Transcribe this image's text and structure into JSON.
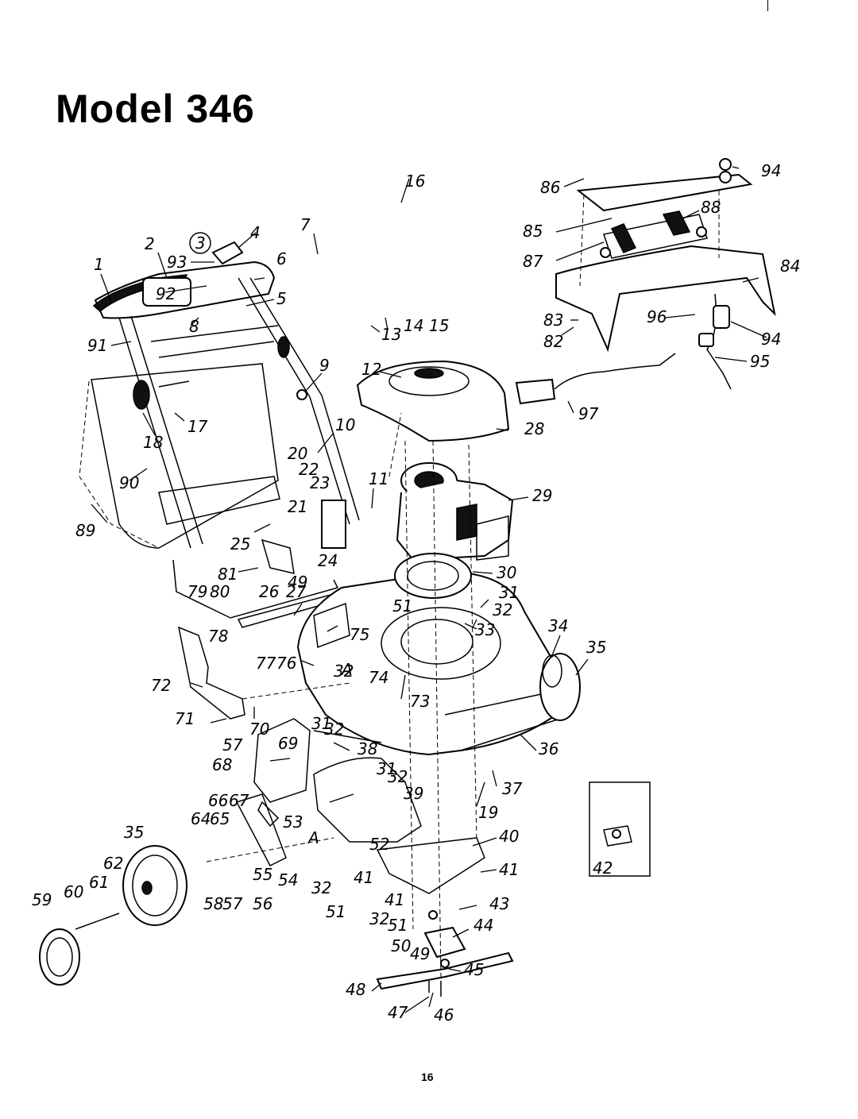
{
  "title": "Model 346",
  "page_number": "16",
  "callout_3": "3",
  "labels": [
    "1",
    "2",
    "4",
    "5",
    "6",
    "7",
    "8",
    "9",
    "10",
    "11",
    "12",
    "13",
    "14",
    "15",
    "16",
    "17",
    "18",
    "19",
    "20",
    "21",
    "22",
    "23",
    "24",
    "25",
    "26",
    "27",
    "28",
    "29",
    "30",
    "31",
    "32",
    "33",
    "34",
    "35",
    "36",
    "37",
    "38",
    "39",
    "40",
    "41",
    "42",
    "43",
    "44",
    "45",
    "46",
    "47",
    "48",
    "49",
    "50",
    "51",
    "52",
    "53",
    "54",
    "55",
    "56",
    "57",
    "58",
    "59",
    "60",
    "61",
    "62",
    "64",
    "65",
    "66",
    "67",
    "68",
    "69",
    "70",
    "71",
    "72",
    "73",
    "74",
    "75",
    "76",
    "77",
    "78",
    "79",
    "80",
    "81",
    "82",
    "83",
    "84",
    "85",
    "86",
    "87",
    "88",
    "89",
    "90",
    "91",
    "92",
    "93",
    "94",
    "95",
    "96",
    "97",
    "A"
  ]
}
